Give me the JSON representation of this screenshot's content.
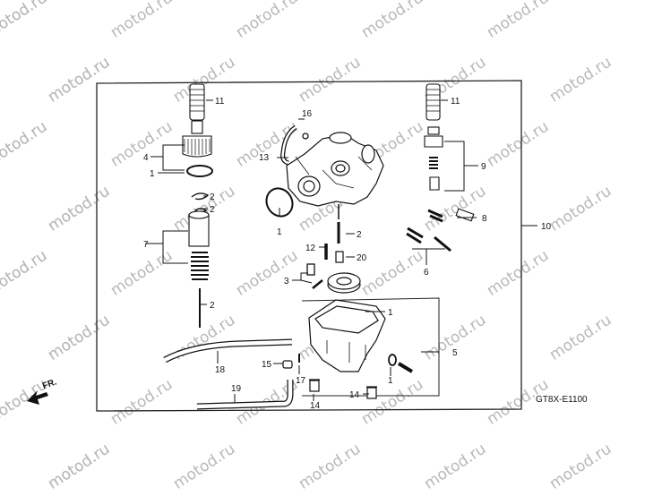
{
  "diagram": {
    "diagram_code": "GT8X-E1100",
    "front_marker": "FR.",
    "watermark": "motod.ru",
    "callouts": {
      "c11a": "11",
      "c11b": "11",
      "c16": "16",
      "c13": "13",
      "c4": "4",
      "c9": "9",
      "c1a": "1",
      "c2a": "2",
      "c2b": "2",
      "c8": "8",
      "c10": "10",
      "c1b": "1",
      "c7": "7",
      "c2c": "2",
      "c12": "12",
      "c20": "20",
      "c6": "6",
      "c3": "3",
      "c2d": "2",
      "c1c": "1",
      "c5": "5",
      "c18": "18",
      "c15": "15",
      "c17": "17",
      "c1d": "1",
      "c19": "19",
      "c14a": "14",
      "c14b": "14"
    }
  }
}
